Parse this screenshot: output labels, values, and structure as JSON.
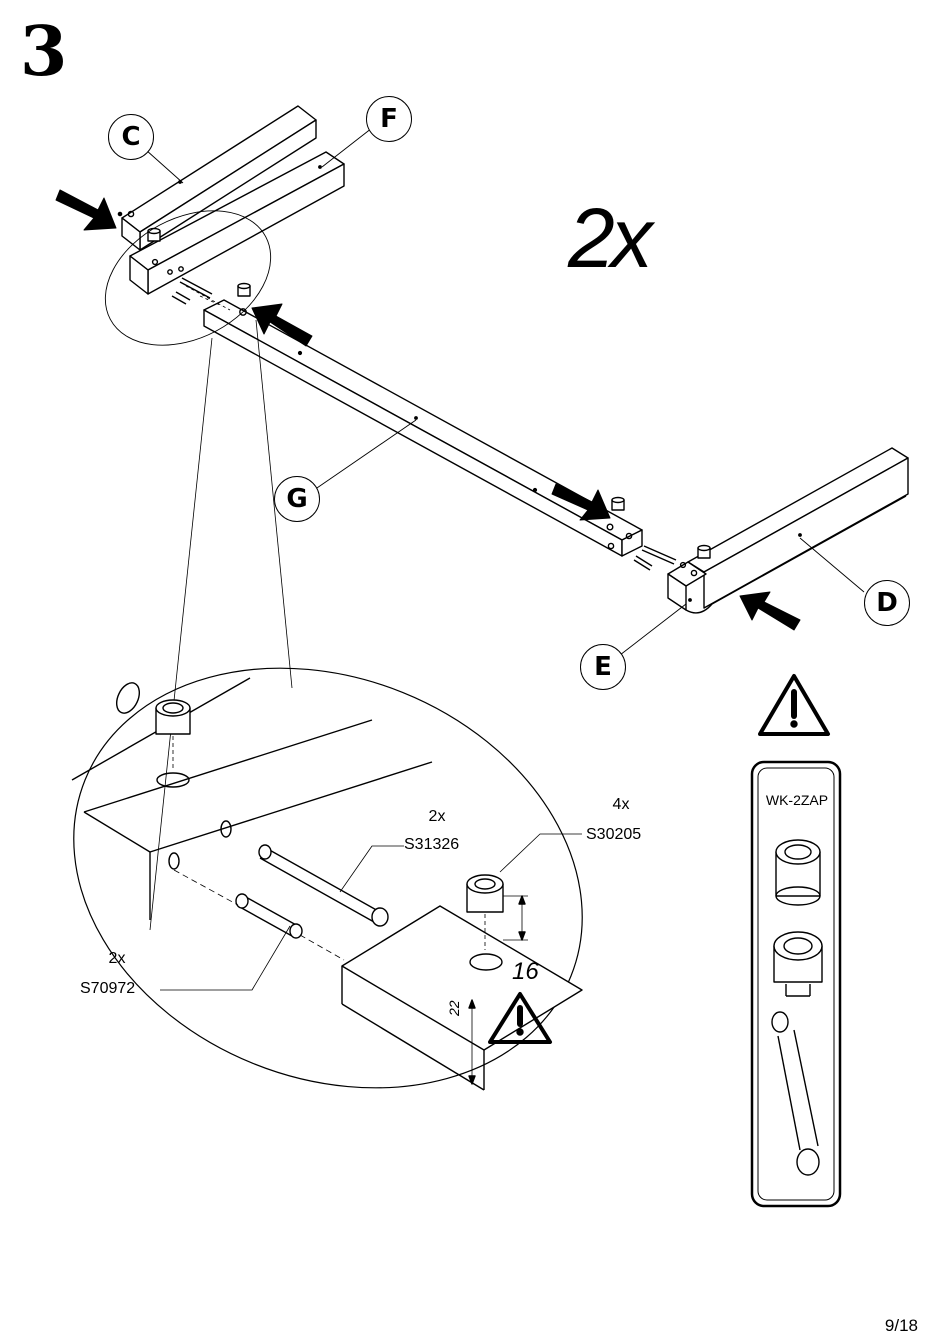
{
  "step": {
    "number": "3",
    "multiplier": "2x"
  },
  "part_labels": {
    "c": "C",
    "f": "F",
    "g": "G",
    "d": "D",
    "e": "E"
  },
  "detail": {
    "dowel": {
      "qty": "2x",
      "code": "S70972"
    },
    "pin": {
      "qty": "2x",
      "code": "S31326"
    },
    "cam": {
      "qty": "4x",
      "code": "S30205"
    },
    "dim_depth": "16",
    "dim_height": "22"
  },
  "hardware_panel": {
    "title": "WK-2ZAP"
  },
  "page_number": "9/18",
  "icons": [
    "warning-triangle-icon",
    "push-arrow-icon",
    "cam-lock-icon",
    "dowel-icon",
    "connector-pin-icon"
  ]
}
